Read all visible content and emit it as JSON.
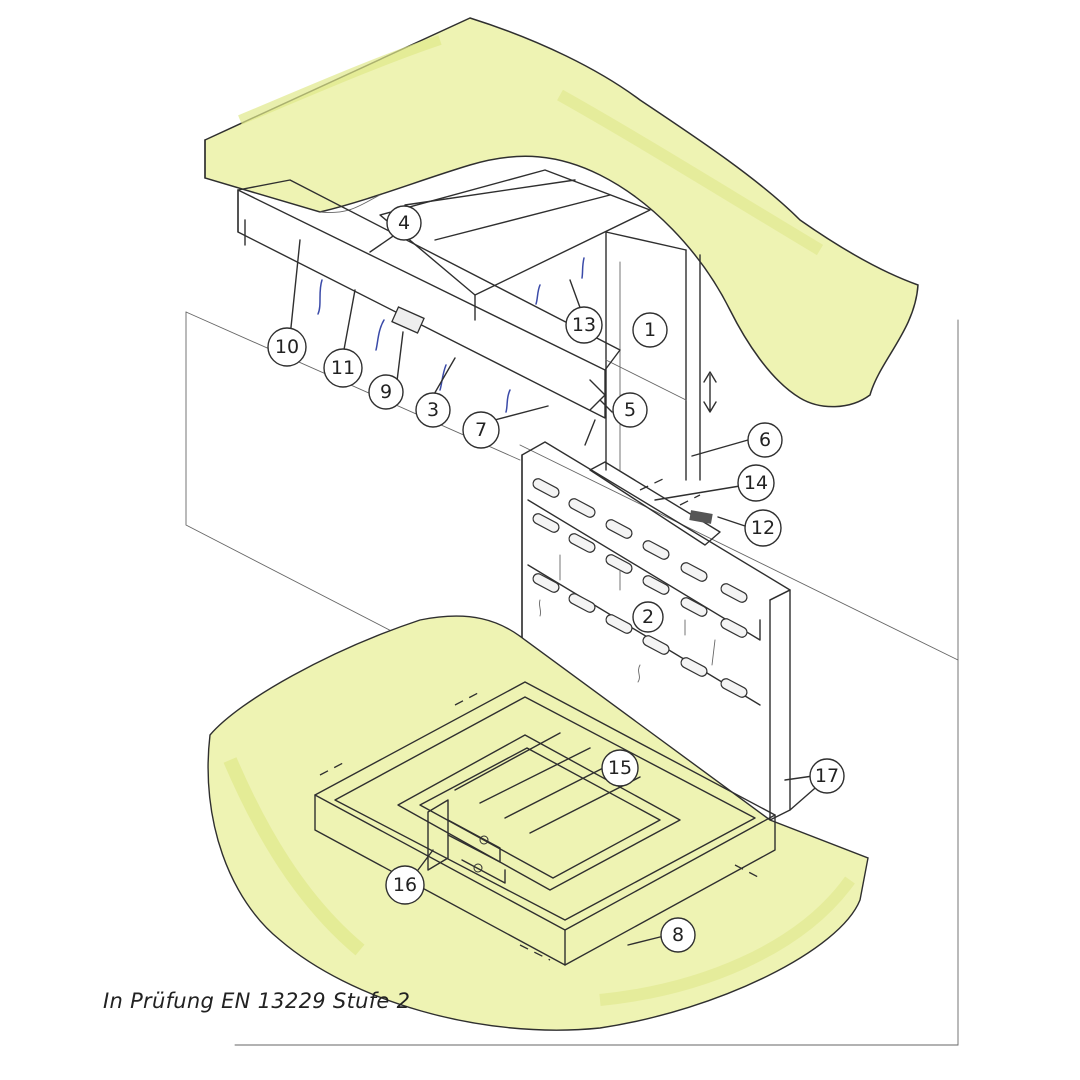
{
  "caption": "In Prüfung EN 13229 Stufe 2",
  "colors": {
    "background": "#ffffff",
    "pencil": "#2f2f2f",
    "slab_fill": "#eef3b3",
    "slab_fill_light": "#f6f8d4",
    "hook_blue": "#3a4aa8"
  },
  "callouts": [
    {
      "id": "1",
      "label": "1"
    },
    {
      "id": "2",
      "label": "2"
    },
    {
      "id": "3",
      "label": "3"
    },
    {
      "id": "4",
      "label": "4"
    },
    {
      "id": "5",
      "label": "5"
    },
    {
      "id": "6",
      "label": "6"
    },
    {
      "id": "7",
      "label": "7"
    },
    {
      "id": "8",
      "label": "8"
    },
    {
      "id": "9",
      "label": "9"
    },
    {
      "id": "10",
      "label": "10"
    },
    {
      "id": "11",
      "label": "11"
    },
    {
      "id": "12",
      "label": "12"
    },
    {
      "id": "13",
      "label": "13"
    },
    {
      "id": "14",
      "label": "14"
    },
    {
      "id": "15",
      "label": "15"
    },
    {
      "id": "16",
      "label": "16"
    },
    {
      "id": "17",
      "label": "17"
    }
  ]
}
